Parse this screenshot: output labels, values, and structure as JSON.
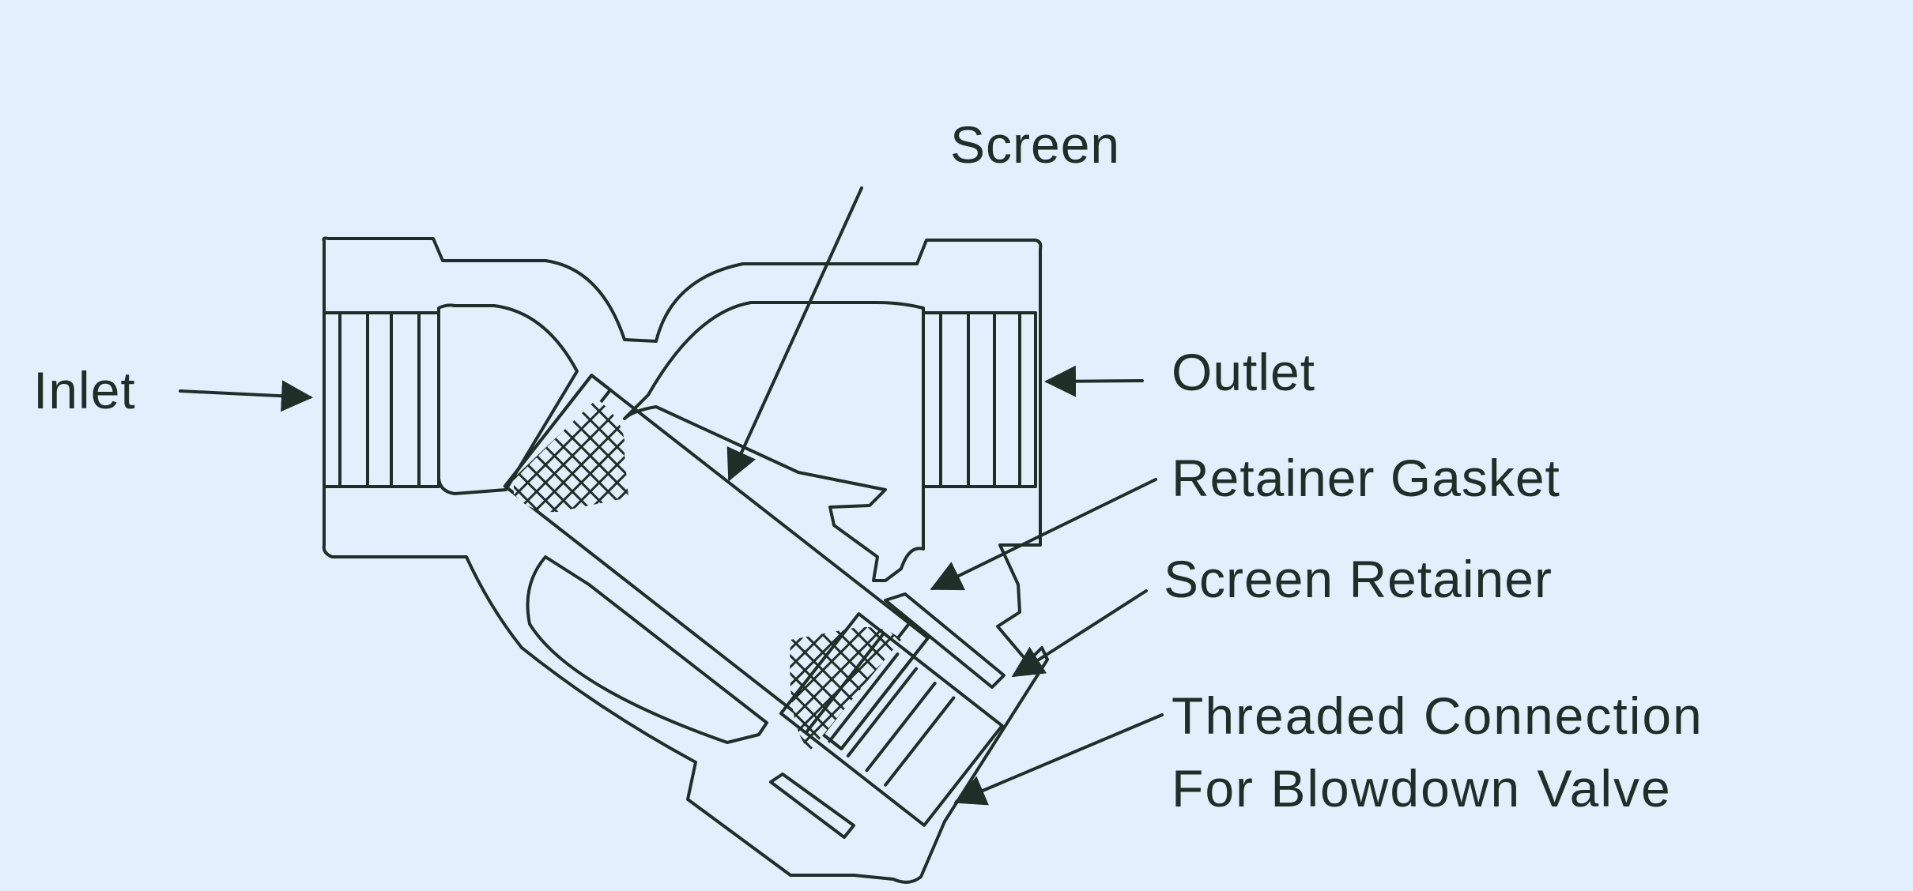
{
  "diagram": {
    "labels": {
      "screen": "Screen",
      "inlet": "Inlet",
      "outlet": "Outlet",
      "retainer_gasket": "Retainer Gasket",
      "screen_retainer": "Screen Retainer",
      "threaded_connection_line1": "Threaded Connection",
      "threaded_connection_line2": "For Blowdown Valve"
    }
  },
  "colors": {
    "background": "#e3effc",
    "ink": "#1f2f27"
  }
}
